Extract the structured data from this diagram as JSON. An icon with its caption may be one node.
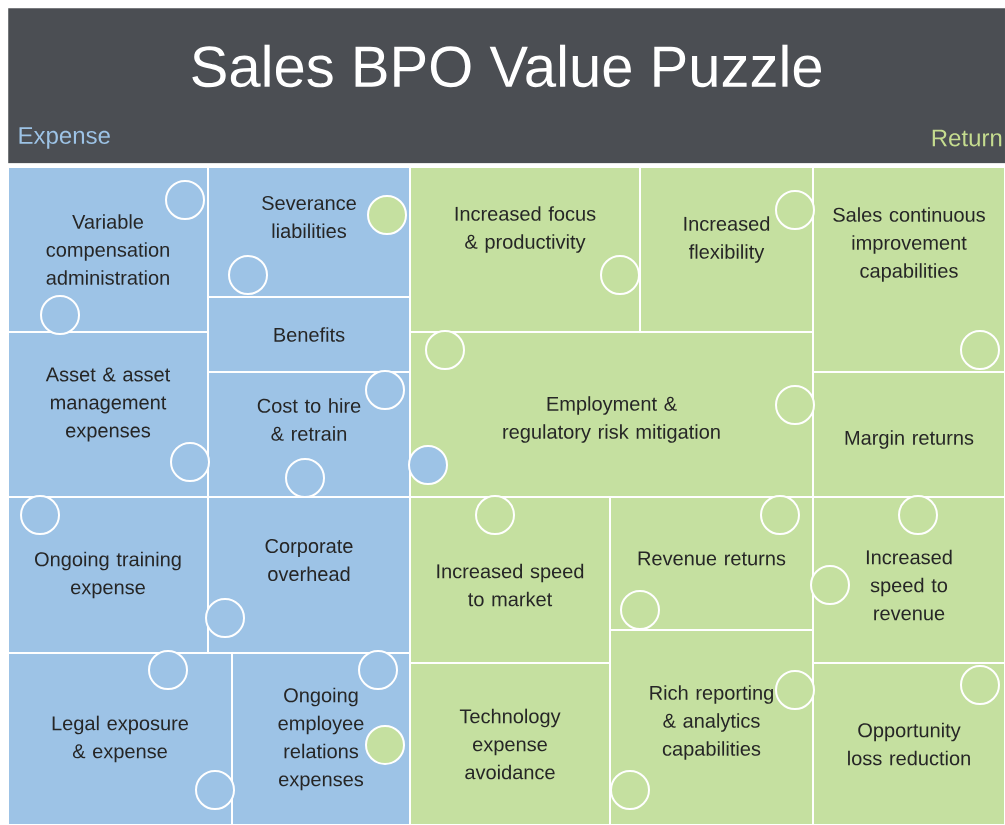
{
  "diagram": {
    "title": "Sales  BPO Value Puzzle",
    "nodes": [
      {
        "text": [
          "Variable compensation administration"
        ]
      },
      {
        "text": [
          "Severance liabilities"
        ]
      },
      {
        "text": [
          "Benefits"
        ]
      },
      {
        "text": [
          "Asset & asset management expenses"
        ]
      },
      {
        "text": [
          "Cost to hire & retrain"
        ]
      },
      {
        "text": [
          "Ongoing training expense"
        ]
      },
      {
        "text": [
          "Corporate overhead"
        ]
      },
      {
        "text": [
          "Legal exposure & expense"
        ]
      },
      {
        "text": [
          "Ongoing employee relations expenses"
        ]
      },
      {
        "text": [
          "Increased focus & productivity"
        ]
      },
      {
        "text": [
          "Increased flexibility"
        ]
      },
      {
        "text": [
          "Sales continuous improvement capabilities"
        ]
      },
      {
        "text": [
          "Employment & regulatory risk mitigation"
        ]
      },
      {
        "text": [
          "Margin returns"
        ]
      },
      {
        "text": [
          "Increased speed to market"
        ]
      },
      {
        "text": [
          "Revenue returns"
        ]
      },
      {
        "text": [
          "Increased speed to revenue"
        ]
      },
      {
        "text": [
          "Technology expense avoidance"
        ]
      },
      {
        "text": [
          "Rich reporting & analytics capabilities"
        ]
      },
      {
        "text": [
          "Opportunity loss reduction"
        ]
      }
    ],
    "labels": [
      "Expense",
      "Return"
    ]
  }
}
